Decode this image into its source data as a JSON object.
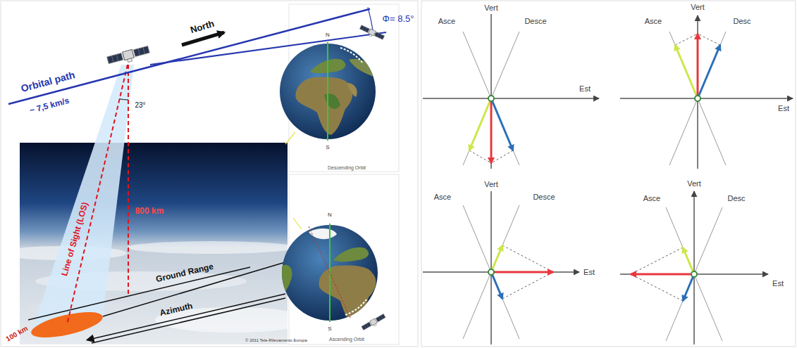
{
  "diagram": {
    "labels": [
      "Orbital path",
      "~ 7,5 km/s",
      "North",
      "Φ= 8.5°",
      "23°",
      "800 km",
      "Line of Sight (LOS)",
      "Ground Range",
      "Azimuth",
      "100 km",
      "N",
      "S",
      "Descending Orbit",
      "N",
      "S",
      "Ascending Orbit",
      "© 2011 Tele-Rilevamento Europa",
      "Vert",
      "Asce",
      "Desce",
      "Est",
      "Vert",
      "Asce",
      "Desc",
      "Est",
      "Vert",
      "Asce",
      "Desce",
      "Est",
      "Vert",
      "Asce",
      "Desc",
      "Est"
    ]
  }
}
